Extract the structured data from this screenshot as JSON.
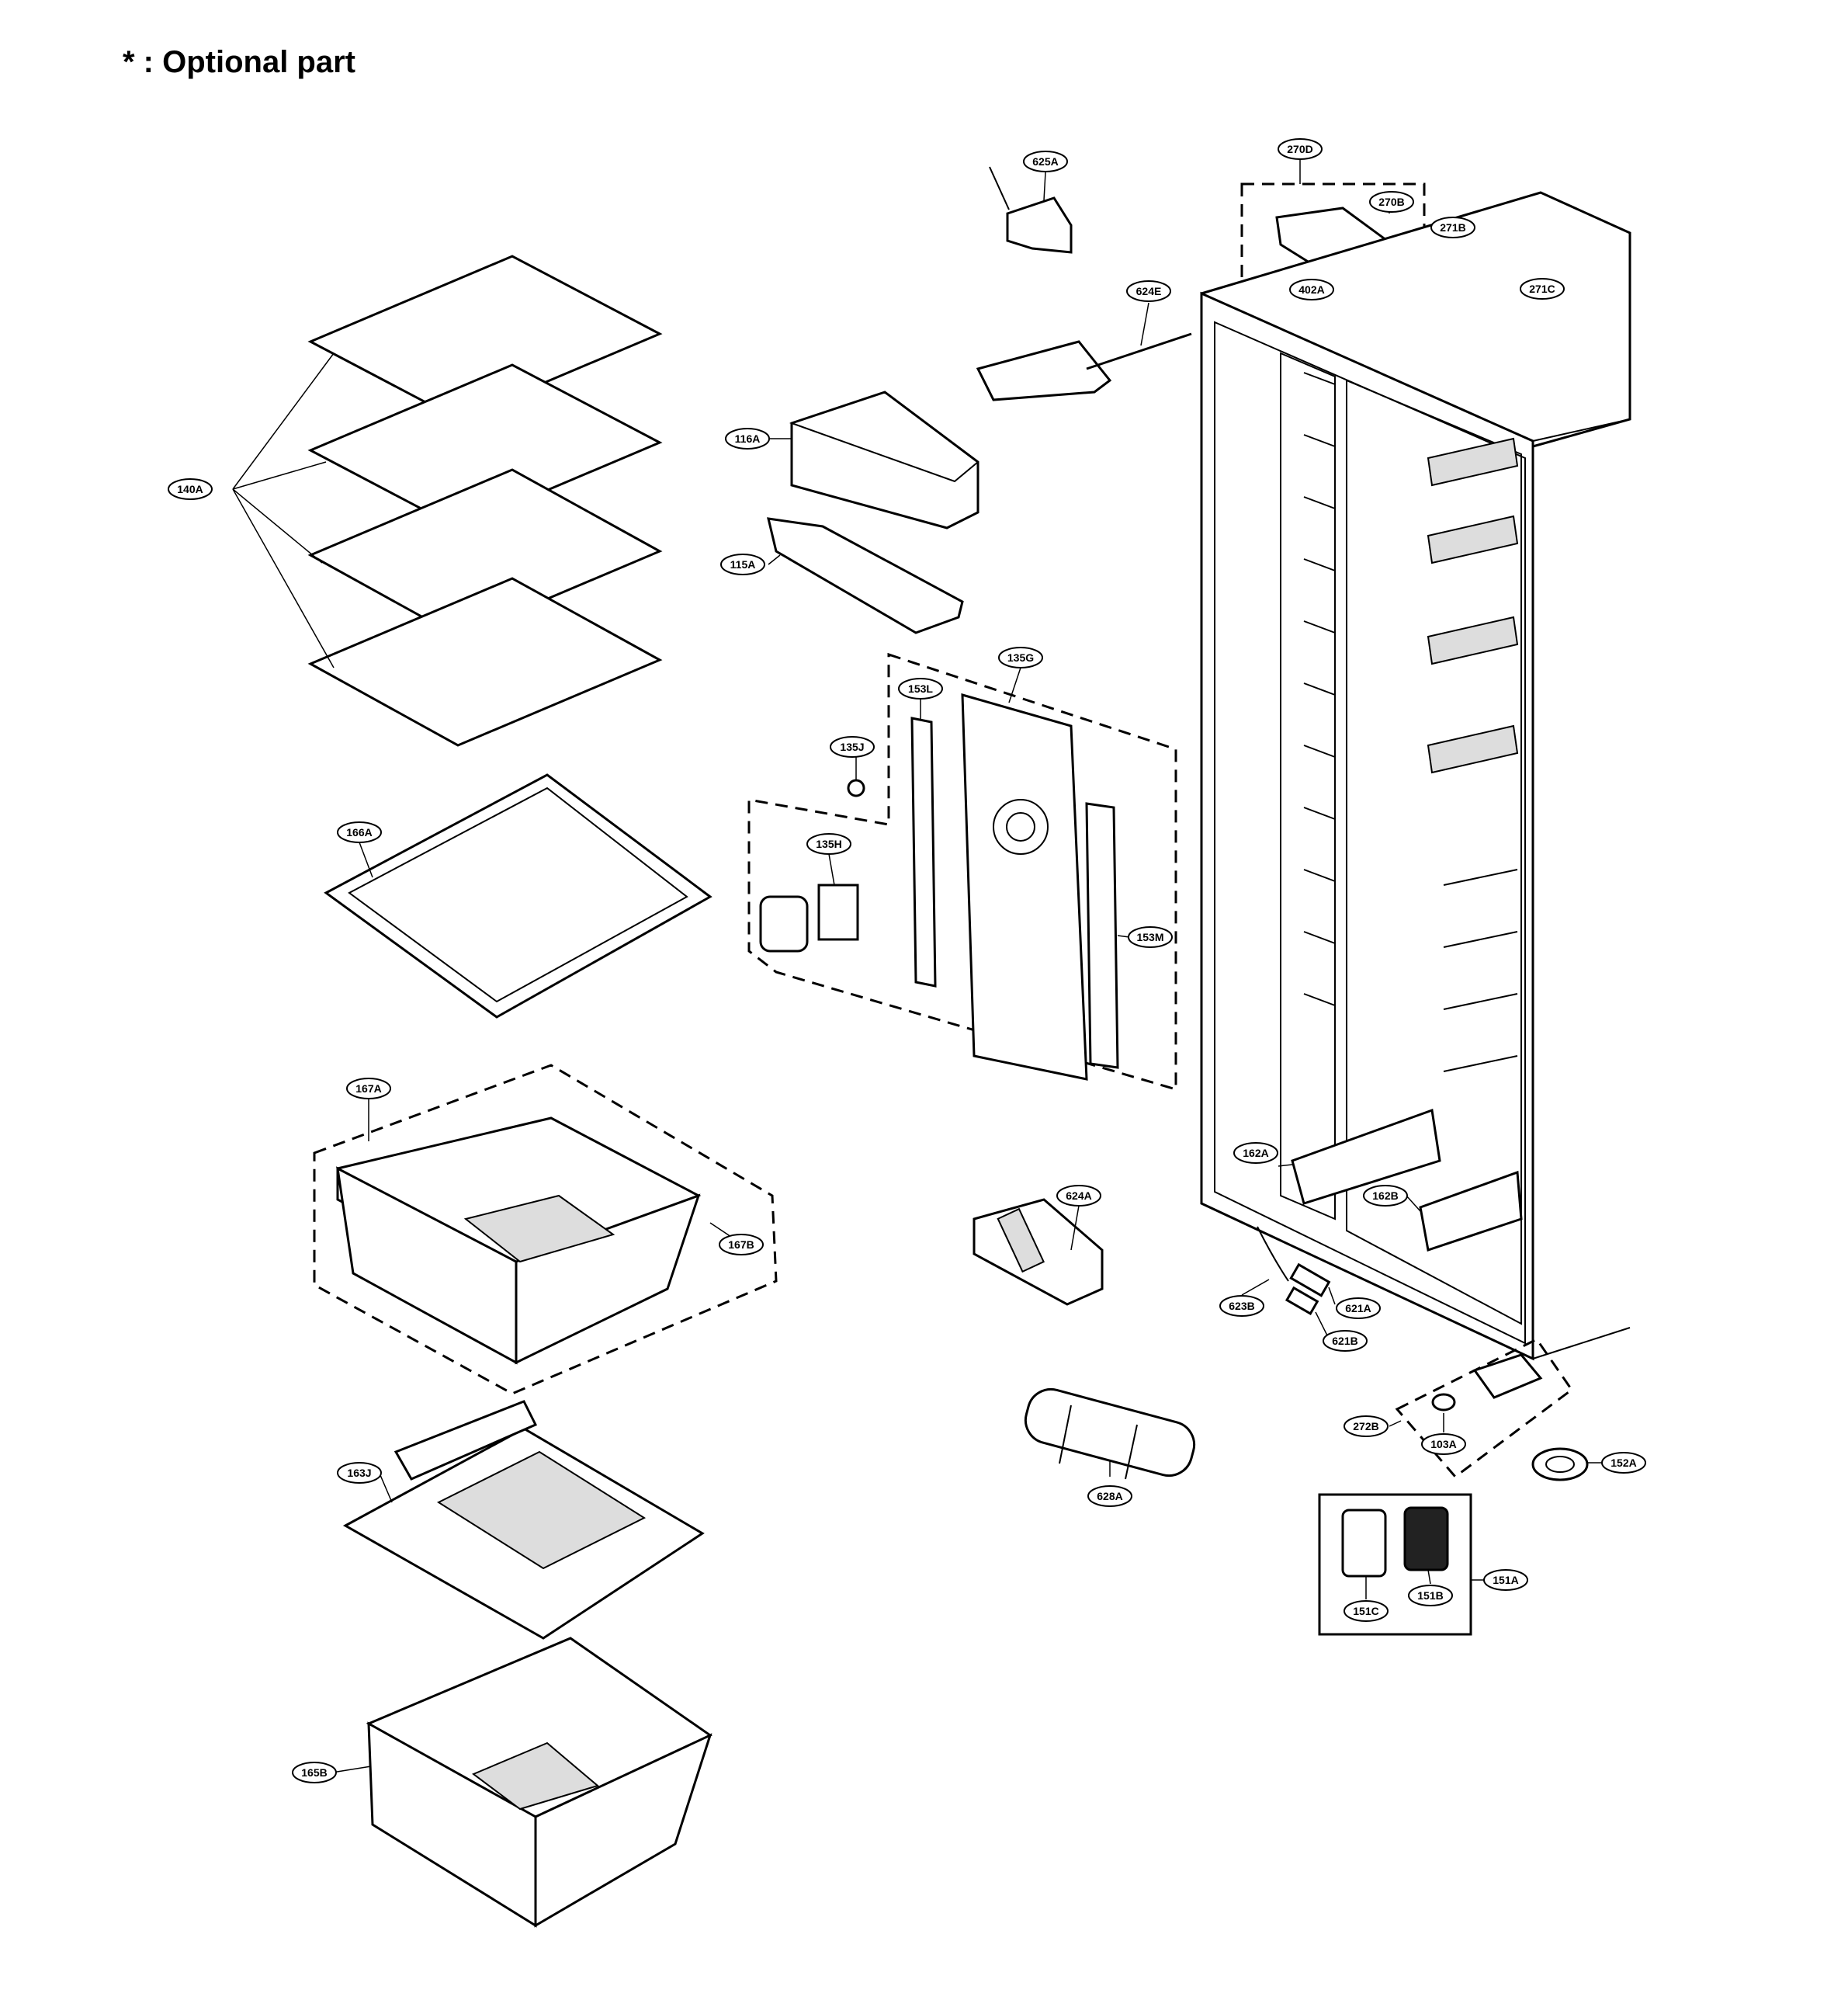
{
  "title": "* : Optional part",
  "callouts": {
    "p140A": "140A",
    "p166A": "166A",
    "p167A": "167A",
    "p167B": "167B",
    "p163J": "163J",
    "p165B": "165B",
    "p116A": "116A",
    "p115A": "115A",
    "p135G": "135G",
    "p153L": "153L",
    "p135J": "135J",
    "p135H": "135H",
    "p153M": "153M",
    "p625A": "625A",
    "p624E": "624E",
    "p270D": "270D",
    "p270B": "270B",
    "p402A": "402A",
    "p271B": "271B",
    "p271C": "271C",
    "p162A": "162A",
    "p162B": "162B",
    "p624A": "624A",
    "p623B": "623B",
    "p621A": "621A",
    "p621B": "621B",
    "p628A": "628A",
    "p272B": "272B",
    "p103A": "103A",
    "p152A": "152A",
    "p151A": "151A",
    "p151C": "151C",
    "p151B": "151B"
  }
}
